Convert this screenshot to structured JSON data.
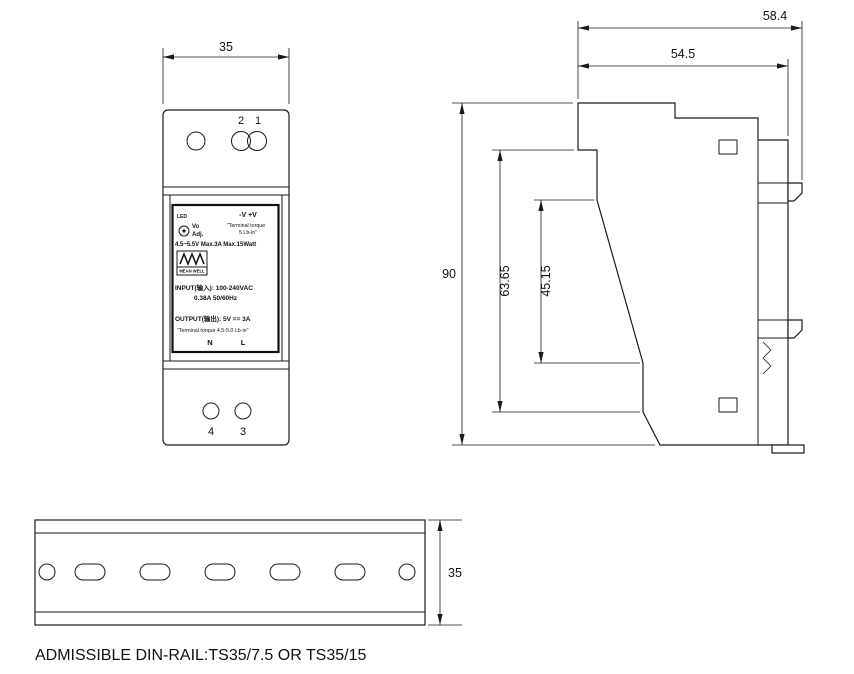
{
  "drawing": {
    "front_view": {
      "width_dim": "35",
      "terminal_top_left": "2",
      "terminal_top_right": "1",
      "terminal_bottom_left": "4",
      "terminal_bottom_right": "3",
      "label": {
        "led": "LED",
        "vo": "Vo",
        "adj": "Adj.",
        "polarity": "-V  +V",
        "torque_note_1": "\"Terminal torque",
        "torque_note_2": "5 Lb-in\"",
        "ratings": "4.5~5.5V  Max.3A  Max.15Watt",
        "brand": "MEAN WELL",
        "input_line_1": "INPUT(输入): 100-240VAC",
        "input_line_2": "0.38A  50/60Hz",
        "output_line": "OUTPUT(输出): 5V == 3A",
        "torque_note_3": "\"Terminal torque 4.5-5.0 Lb-in\"",
        "neutral": "N",
        "line": "L"
      }
    },
    "side_view": {
      "total_depth_dim": "58.4",
      "rail_depth_dim": "54.5",
      "height_dim": "90",
      "upper_height_dim": "63.65",
      "inner_height_dim": "45.15"
    },
    "din_rail": {
      "height_dim": "35",
      "caption": "ADMISSIBLE DIN-RAIL:TS35/7.5 OR TS35/15"
    }
  },
  "colors": {
    "line": "#1a1a1a",
    "background": "#ffffff"
  }
}
